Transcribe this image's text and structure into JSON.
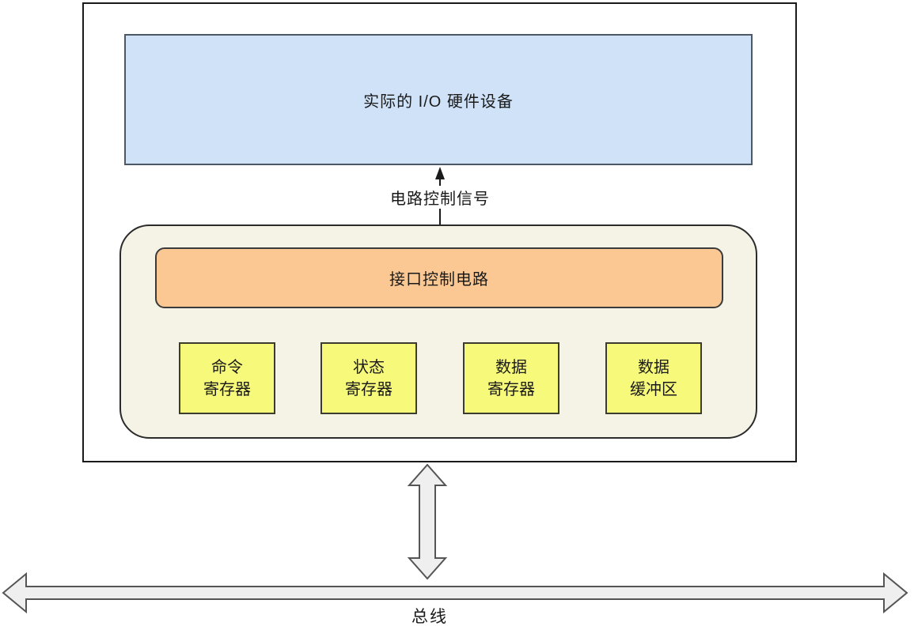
{
  "diagram": {
    "device_box": {
      "label": "实际的 I/O 硬件设备"
    },
    "signal_label": "电路控制信号",
    "interface_box": {
      "label": "接口控制电路"
    },
    "registers": [
      {
        "label": "命令\n寄存器"
      },
      {
        "label": "状态\n寄存器"
      },
      {
        "label": "数据\n寄存器"
      },
      {
        "label": "数据\n缓冲区"
      }
    ],
    "bus_label": "总线"
  },
  "colors": {
    "device_fill": "#cfe2f8",
    "device_border": "#4d5866",
    "container_fill": "#f5f2e6",
    "container_border": "#2b2b2b",
    "interface_fill": "#fbc893",
    "interface_border": "#3b3b3b",
    "register_fill": "#f7f97b",
    "register_border": "#3b3b2e",
    "block_arrow_fill": "#efefef",
    "block_arrow_stroke": "#555555",
    "signal_line": "#1a1a1a"
  }
}
